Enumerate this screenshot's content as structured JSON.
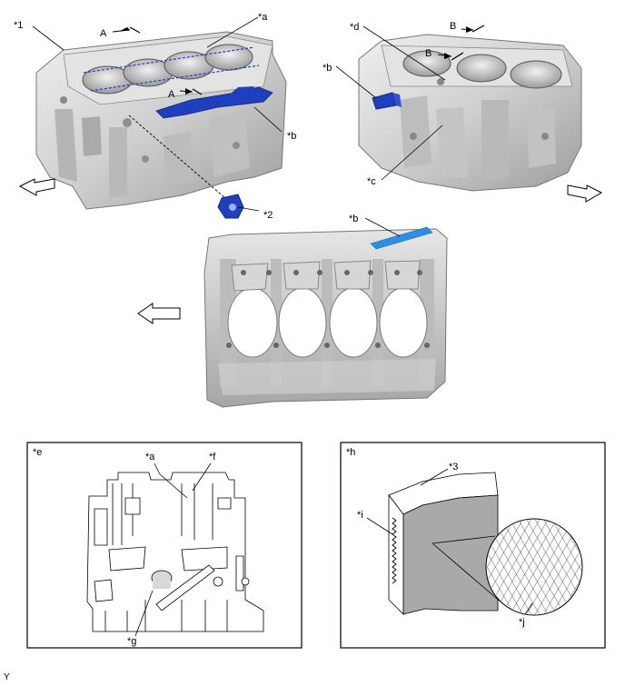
{
  "labels": {
    "part_1": "*1",
    "part_2": "*2",
    "part_3": "*3",
    "a": "*a",
    "b": "*b",
    "c": "*c",
    "d": "*d",
    "e": "*e",
    "f": "*f",
    "g": "*g",
    "h": "*h",
    "i": "*i",
    "j": "*j",
    "section_a": "A",
    "section_b": "B"
  },
  "footer_code": "Y",
  "colors": {
    "highlight_dark": "#1f3fbf",
    "highlight_light": "#2e8fe0",
    "block_fill": "#d8d8d8",
    "block_shadow": "#a9a9a9",
    "bore_fill": "#c4c4c4",
    "line": "#000000"
  },
  "icons": [
    "front-arrow-icon",
    "crosshatch-pattern"
  ]
}
